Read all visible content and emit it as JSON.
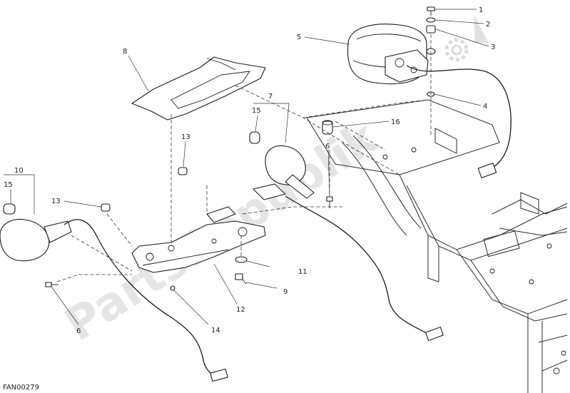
{
  "diagram": {
    "code": "FAN00279",
    "watermark": "PartsRepublik",
    "logo": "gear-logo",
    "callouts": [
      "1",
      "2",
      "3",
      "4",
      "5",
      "6",
      "6",
      "7",
      "8",
      "9",
      "10",
      "11",
      "12",
      "13",
      "13",
      "14",
      "15",
      "15",
      "16"
    ]
  }
}
